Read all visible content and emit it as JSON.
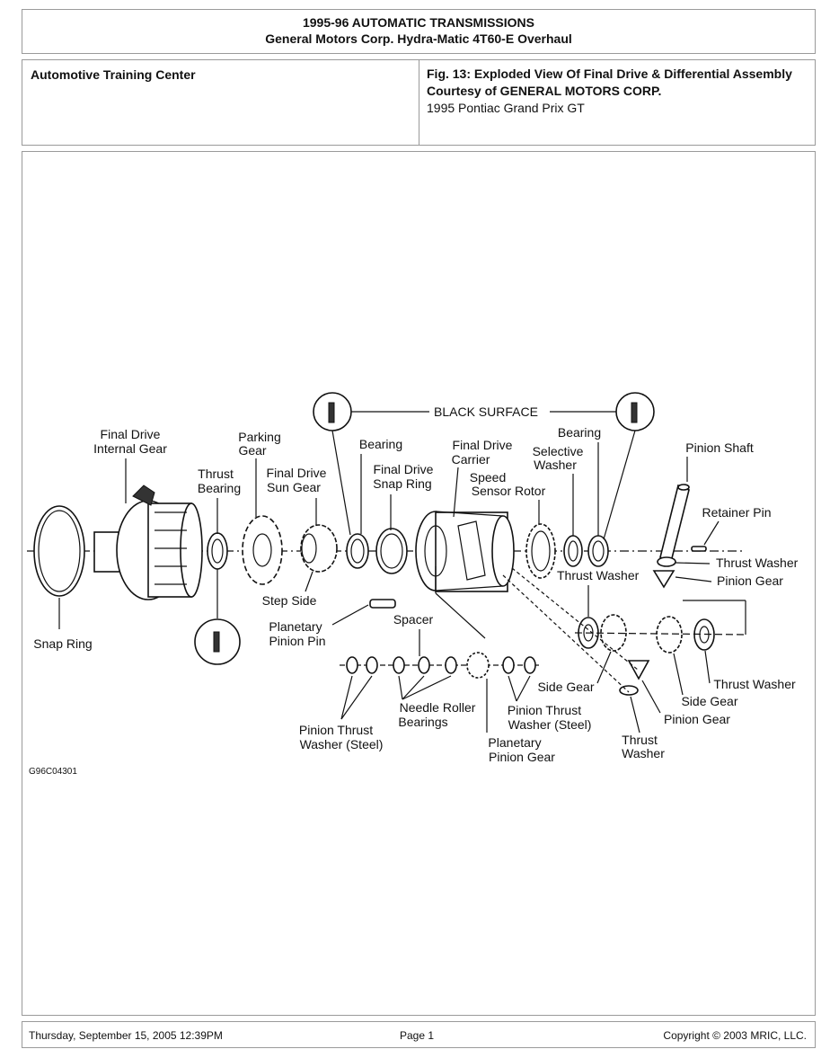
{
  "header": {
    "line1": "1995-96 AUTOMATIC TRANSMISSIONS",
    "line2": "General Motors Corp. Hydra-Matic 4T60-E Overhaul"
  },
  "subheader": {
    "org": "Automotive Training Center",
    "fig_title": "Fig. 13: Exploded View Of Final Drive & Differential Assembly",
    "courtesy": "Courtesy of GENERAL MOTORS CORP.",
    "vehicle": "1995 Pontiac Grand Prix GT"
  },
  "diagram": {
    "labels": {
      "black_surface": "BLACK SURFACE",
      "final_drive_internal_gear_1": "Final Drive",
      "final_drive_internal_gear_2": "Internal Gear",
      "parking_gear_1": "Parking",
      "parking_gear_2": "Gear",
      "thrust_bearing_1": "Thrust",
      "thrust_bearing_2": "Bearing",
      "sun_gear_1": "Final Drive",
      "sun_gear_2": "Sun Gear",
      "bearing_left": "Bearing",
      "snap_ring_fd_1": "Final Drive",
      "snap_ring_fd_2": "Snap Ring",
      "carrier_1": "Final Drive",
      "carrier_2": "Carrier",
      "rotor_1": "Speed",
      "rotor_2": "Sensor Rotor",
      "selective_1": "Selective",
      "selective_2": "Washer",
      "bearing_right": "Bearing",
      "pinion_shaft": "Pinion Shaft",
      "retainer_pin": "Retainer Pin",
      "thrust_washer_a": "Thrust Washer",
      "thrust_washer_b": "Thrust Washer",
      "pinion_gear_a": "Pinion Gear",
      "snap_ring": "Snap Ring",
      "step_side": "Step Side",
      "planetary_pin_1": "Planetary",
      "planetary_pin_2": "Pinion Pin",
      "spacer": "Spacer",
      "side_gear_a": "Side Gear",
      "thrust_washer_c": "Thrust Washer",
      "side_gear_b": "Side Gear",
      "pinion_gear_b": "Pinion Gear",
      "needle_1": "Needle Roller",
      "needle_2": "Bearings",
      "ptw_left_1": "Pinion Thrust",
      "ptw_left_2": "Washer (Steel)",
      "ptw_right_1": "Pinion Thrust",
      "ptw_right_2": "Washer (Steel)",
      "planetary_gear_1": "Planetary",
      "planetary_gear_2": "Pinion Gear",
      "thrust_washer_d_1": "Thrust",
      "thrust_washer_d_2": "Washer",
      "figure_code": "G96C04301"
    }
  },
  "footer": {
    "date": "Thursday, September 15, 2005  12:39PM",
    "page": "Page 1",
    "copyright": "Copyright © 2003 MRIC, LLC."
  }
}
